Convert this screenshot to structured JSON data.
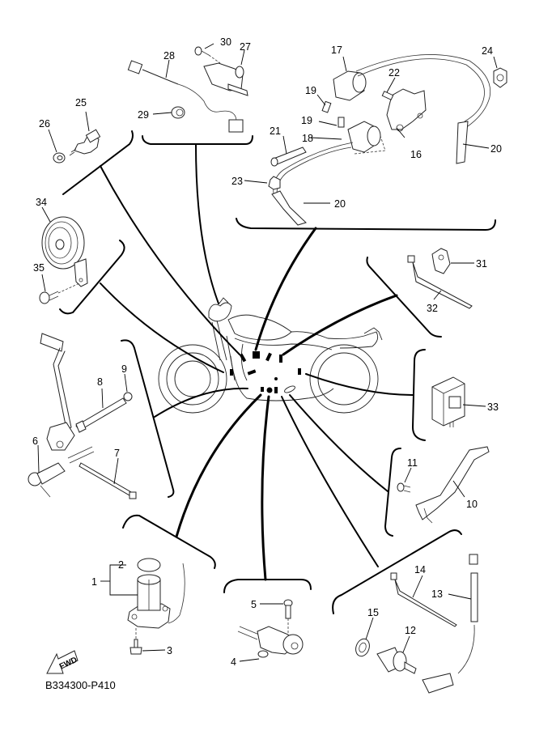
{
  "diagram": {
    "title": "Electrical parts exploded view",
    "reference_code": "B334300-P410",
    "fwd_label": "FWD",
    "colors": {
      "line": "#000000",
      "background": "#ffffff"
    }
  },
  "callouts": {
    "c1": "1",
    "c2": "2",
    "c3": "3",
    "c4": "4",
    "c5": "5",
    "c6": "6",
    "c7": "7",
    "c8": "8",
    "c9": "9",
    "c10": "10",
    "c11": "11",
    "c12": "12",
    "c13": "13",
    "c14": "14",
    "c15": "15",
    "c16": "16",
    "c17": "17",
    "c18": "18",
    "c19a": "19",
    "c19b": "19",
    "c20a": "20",
    "c20b": "20",
    "c21": "21",
    "c22": "22",
    "c23": "23",
    "c24": "24",
    "c25": "25",
    "c26": "26",
    "c27": "27",
    "c28": "28",
    "c29": "29",
    "c30": "30",
    "c31": "31",
    "c32": "32",
    "c33": "33",
    "c34": "34",
    "c35": "35"
  },
  "groups": [
    {
      "id": "temp-sensor",
      "parts": [
        "25",
        "26"
      ]
    },
    {
      "id": "speed-sensor",
      "parts": [
        "27",
        "28",
        "29",
        "30"
      ]
    },
    {
      "id": "ignition-coils",
      "parts": [
        "16",
        "17",
        "18",
        "19",
        "20",
        "21",
        "22",
        "23",
        "24"
      ]
    },
    {
      "id": "horn",
      "parts": [
        "34",
        "35"
      ]
    },
    {
      "id": "cable-ties",
      "parts": [
        "31",
        "32"
      ]
    },
    {
      "id": "sidestand-switch",
      "parts": [
        "6",
        "7",
        "8",
        "9"
      ]
    },
    {
      "id": "relay",
      "parts": [
        "33"
      ]
    },
    {
      "id": "bracket-lever",
      "parts": [
        "10",
        "11"
      ]
    },
    {
      "id": "neutral-switch",
      "parts": [
        "1",
        "2",
        "3"
      ]
    },
    {
      "id": "clamp-sensor",
      "parts": [
        "4",
        "5"
      ]
    },
    {
      "id": "oil-pressure-switch",
      "parts": [
        "12",
        "13",
        "14",
        "15"
      ]
    }
  ]
}
